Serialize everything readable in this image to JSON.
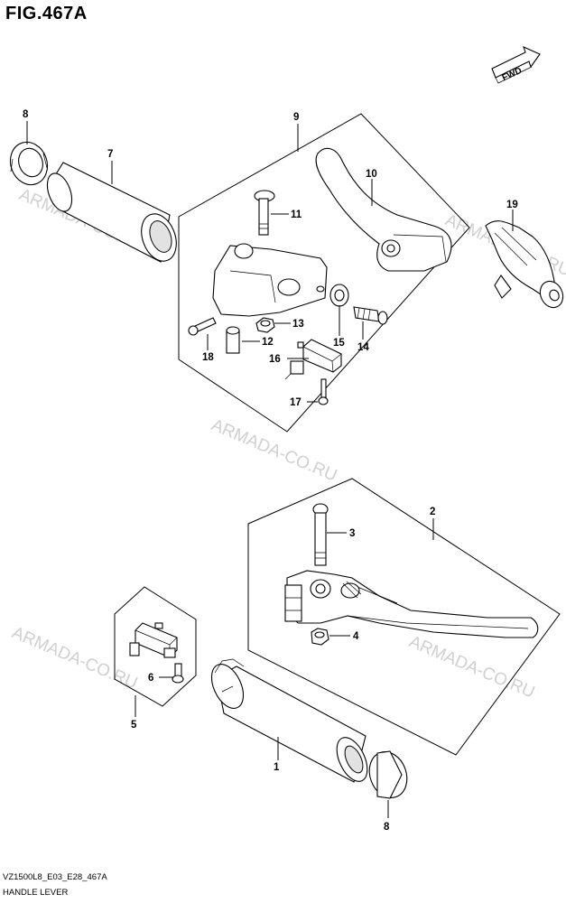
{
  "figure_title": "FIG.467A",
  "fwd_label": "FWD",
  "watermark": "ARMADA-CO.RU",
  "footer": {
    "code": "VZ1500L8_E03_E28_467A",
    "description": "HANDLE LEVER"
  },
  "callouts": {
    "c1": "1",
    "c2": "2",
    "c3": "3",
    "c4": "4",
    "c5": "5",
    "c6": "6",
    "c7": "7",
    "c8a": "8",
    "c8b": "8",
    "c9": "9",
    "c10": "10",
    "c11": "11",
    "c12": "12",
    "c13": "13",
    "c14": "14",
    "c15": "15",
    "c16": "16",
    "c17": "17",
    "c18": "18",
    "c19": "19"
  }
}
